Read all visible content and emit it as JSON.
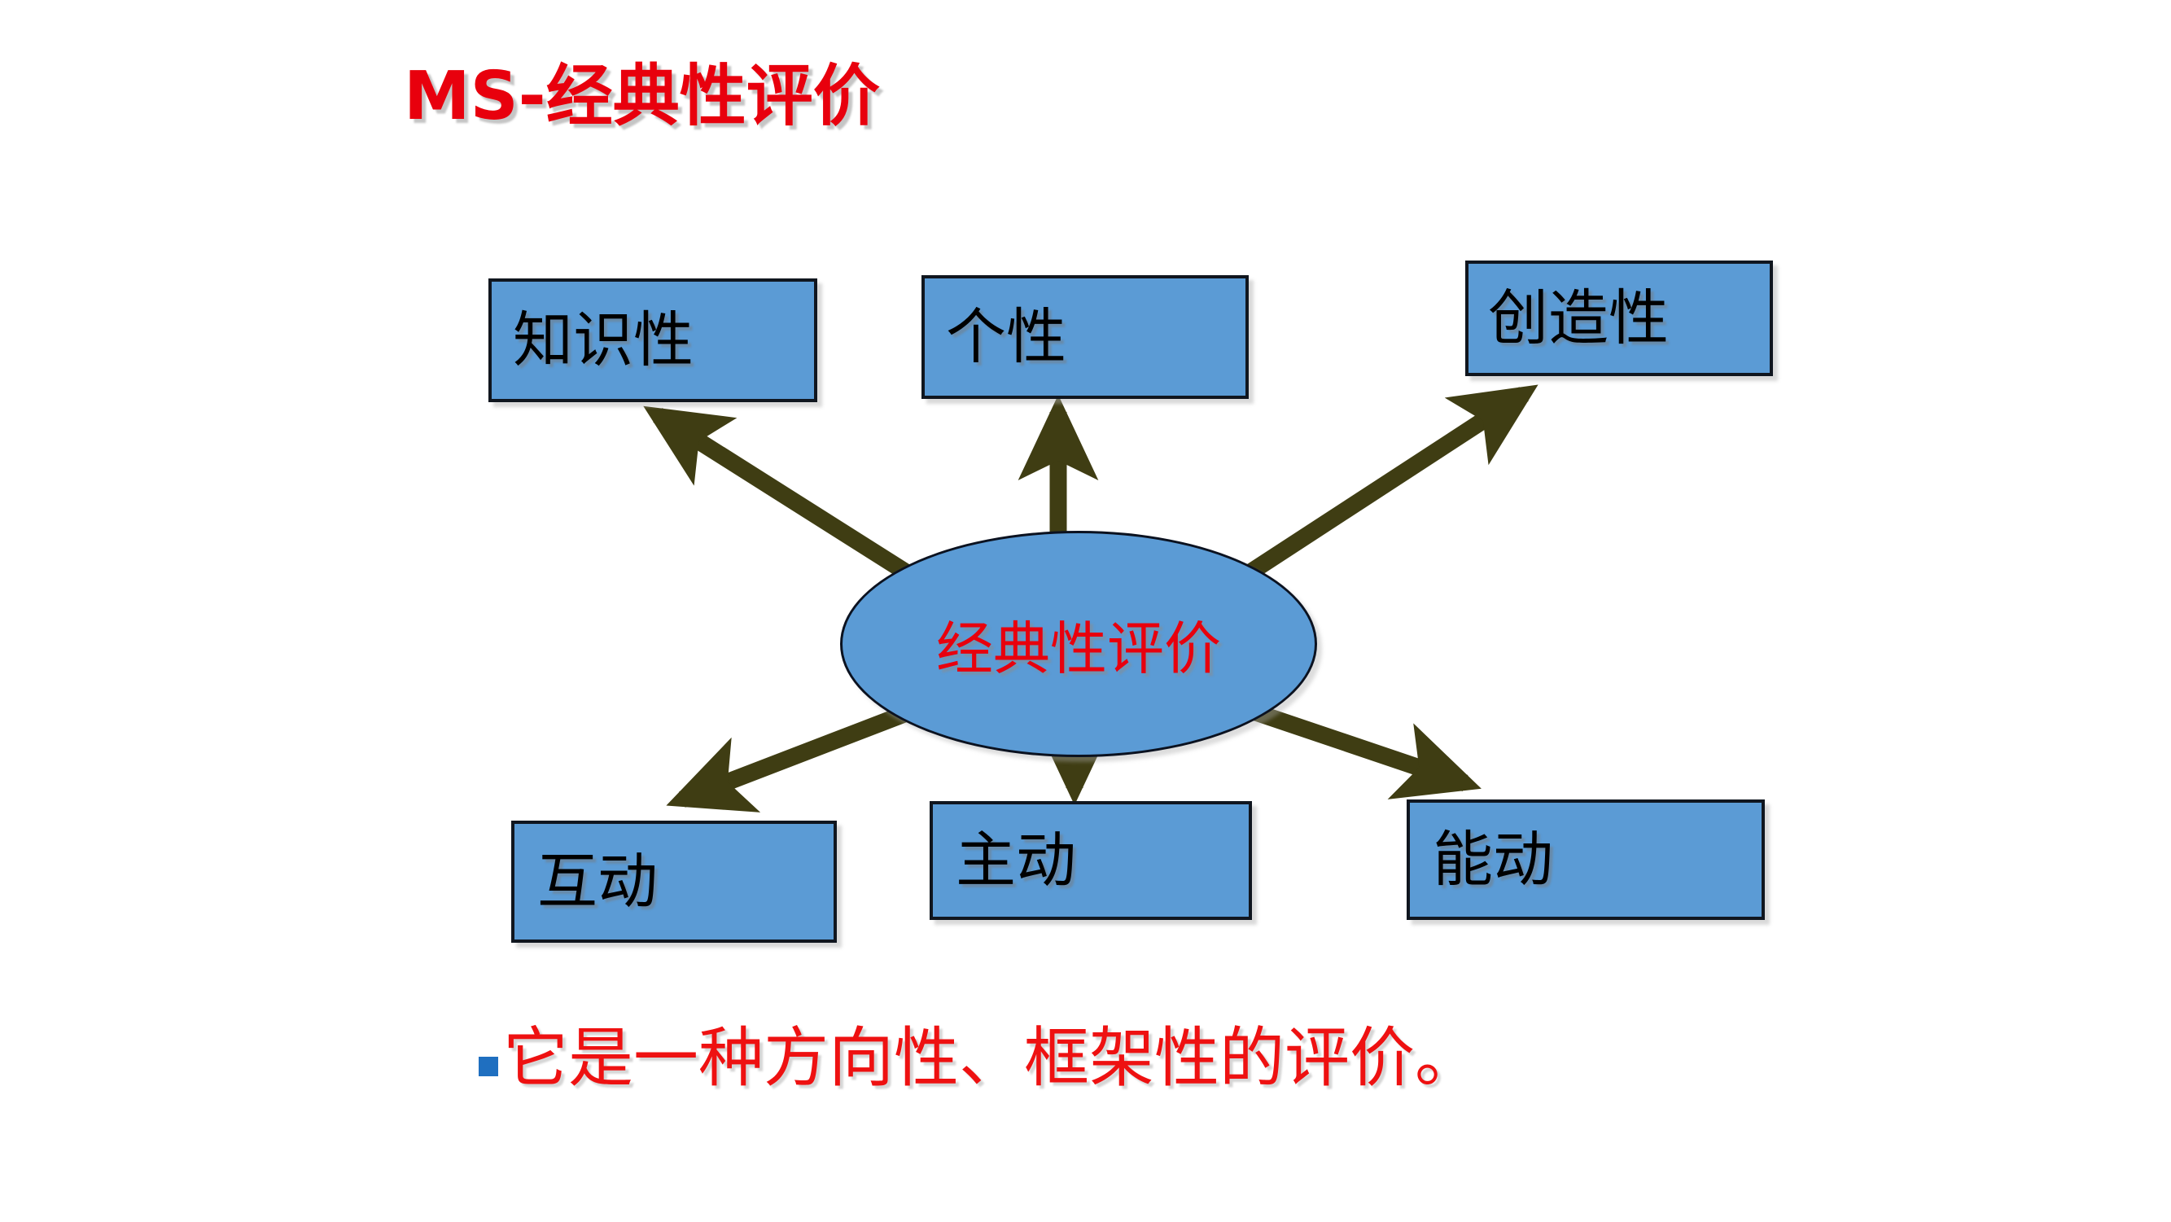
{
  "slide": {
    "title": "MS-经典性评价",
    "title_color": "#e8000d",
    "background_color": "#ffffff"
  },
  "diagram": {
    "type": "radial-hub-and-spoke",
    "hub": {
      "shape": "ellipse",
      "label": "经典性评价",
      "fill_color": "#5B9BD5",
      "text_color": "#e8000d",
      "border_color": "#0b1220"
    },
    "node_fill_color": "#5B9BD5",
    "node_border_color": "#10161f",
    "node_text_color": "#000000",
    "connector_color": "#3F3D13",
    "nodes": [
      {
        "id": "zhishixing",
        "label": "知识性",
        "position": "top-left",
        "direction": "hub-to-node"
      },
      {
        "id": "gexing",
        "label": "个性",
        "position": "top-center",
        "direction": "hub-to-node"
      },
      {
        "id": "chuangzao",
        "label": "创造性",
        "position": "top-right",
        "direction": "hub-to-node"
      },
      {
        "id": "hudong",
        "label": "互动",
        "position": "bottom-left",
        "direction": "hub-to-node"
      },
      {
        "id": "zhudong",
        "label": "主动",
        "position": "bottom-center",
        "direction": "hub-to-node"
      },
      {
        "id": "nengdong",
        "label": "能动",
        "position": "bottom-right",
        "direction": "hub-to-node"
      }
    ]
  },
  "bullet": {
    "marker_shape": "square",
    "marker_color": "#1F6FC0",
    "text": "它是一种方向性、框架性的评价。",
    "text_color": "#ee1111"
  }
}
